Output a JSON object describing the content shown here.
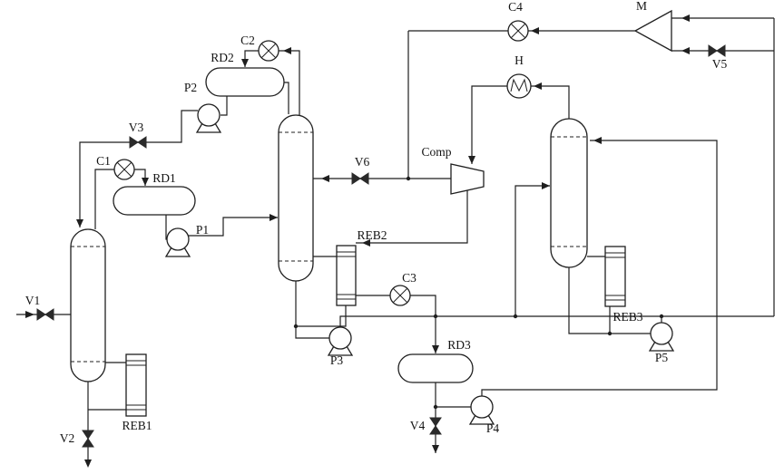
{
  "diagram": {
    "condensers": {
      "c1": "C1",
      "c2": "C2",
      "c3": "C3",
      "c4": "C4"
    },
    "heater": {
      "h": "H"
    },
    "mixer": {
      "m": "M"
    },
    "compressor": {
      "comp": "Comp"
    },
    "reflux_drums": {
      "rd1": "RD1",
      "rd2": "RD2",
      "rd3": "RD3"
    },
    "reboilers": {
      "reb1": "REB1",
      "reb2": "REB2",
      "reb3": "REB3"
    },
    "pumps": {
      "p1": "P1",
      "p2": "P2",
      "p3": "P3",
      "p4": "P4",
      "p5": "P5"
    },
    "valves": {
      "v1": "V1",
      "v2": "V2",
      "v3": "V3",
      "v4": "V4",
      "v5": "V5",
      "v6": "V6"
    }
  }
}
